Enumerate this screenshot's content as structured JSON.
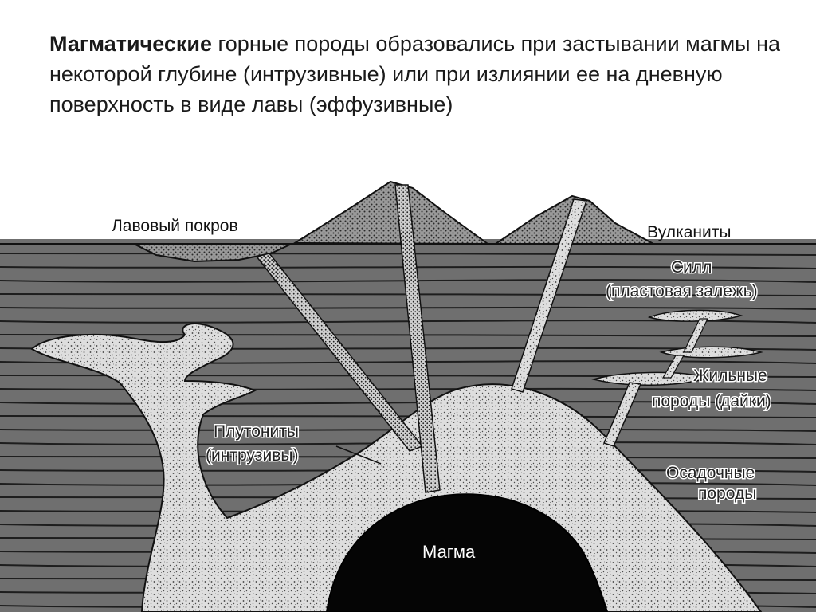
{
  "title": {
    "bold": "Магматические",
    "rest": " горные породы образовались при застывании магмы на некоторой глубине (интрузивные) или при излиянии ее на дневную поверхность в виде лавы (эффузивные)"
  },
  "labels": {
    "lava_cover": "Лавовый покров",
    "volcanites": "Вулканиты",
    "sill_line1": "Силл",
    "sill_line2": "(пластовая залежь)",
    "dikes_line1": "Жильные",
    "dikes_line2": "породы (дайки)",
    "plutonites_line1": "Плутониты",
    "plutonites_line2": "(интрузивы)",
    "sedimentary_line1": "Осадочные",
    "sedimentary_line2": "породы",
    "magma": "Магма"
  },
  "colors": {
    "background": "#ffffff",
    "strata": "#6e6e6e",
    "strata_lines": "#1e1e1e",
    "intrusion": "#d9d9d9",
    "magma": "#050505",
    "volcano": "#8a8a8a"
  }
}
